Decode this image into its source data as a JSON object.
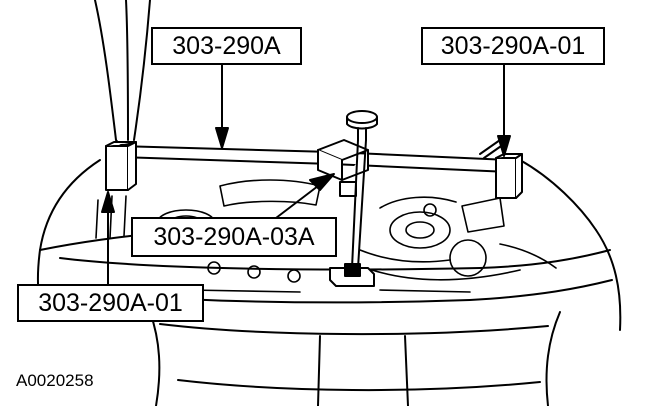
{
  "callouts": {
    "tool_main": "303-290A",
    "tool_right_bracket": "303-290A-01",
    "tool_center_adapter": "303-290A-03A",
    "tool_left_bracket": "303-290A-01"
  },
  "figure_id": "A0020258",
  "colors": {
    "ink": "#000000",
    "paper": "#ffffff"
  }
}
